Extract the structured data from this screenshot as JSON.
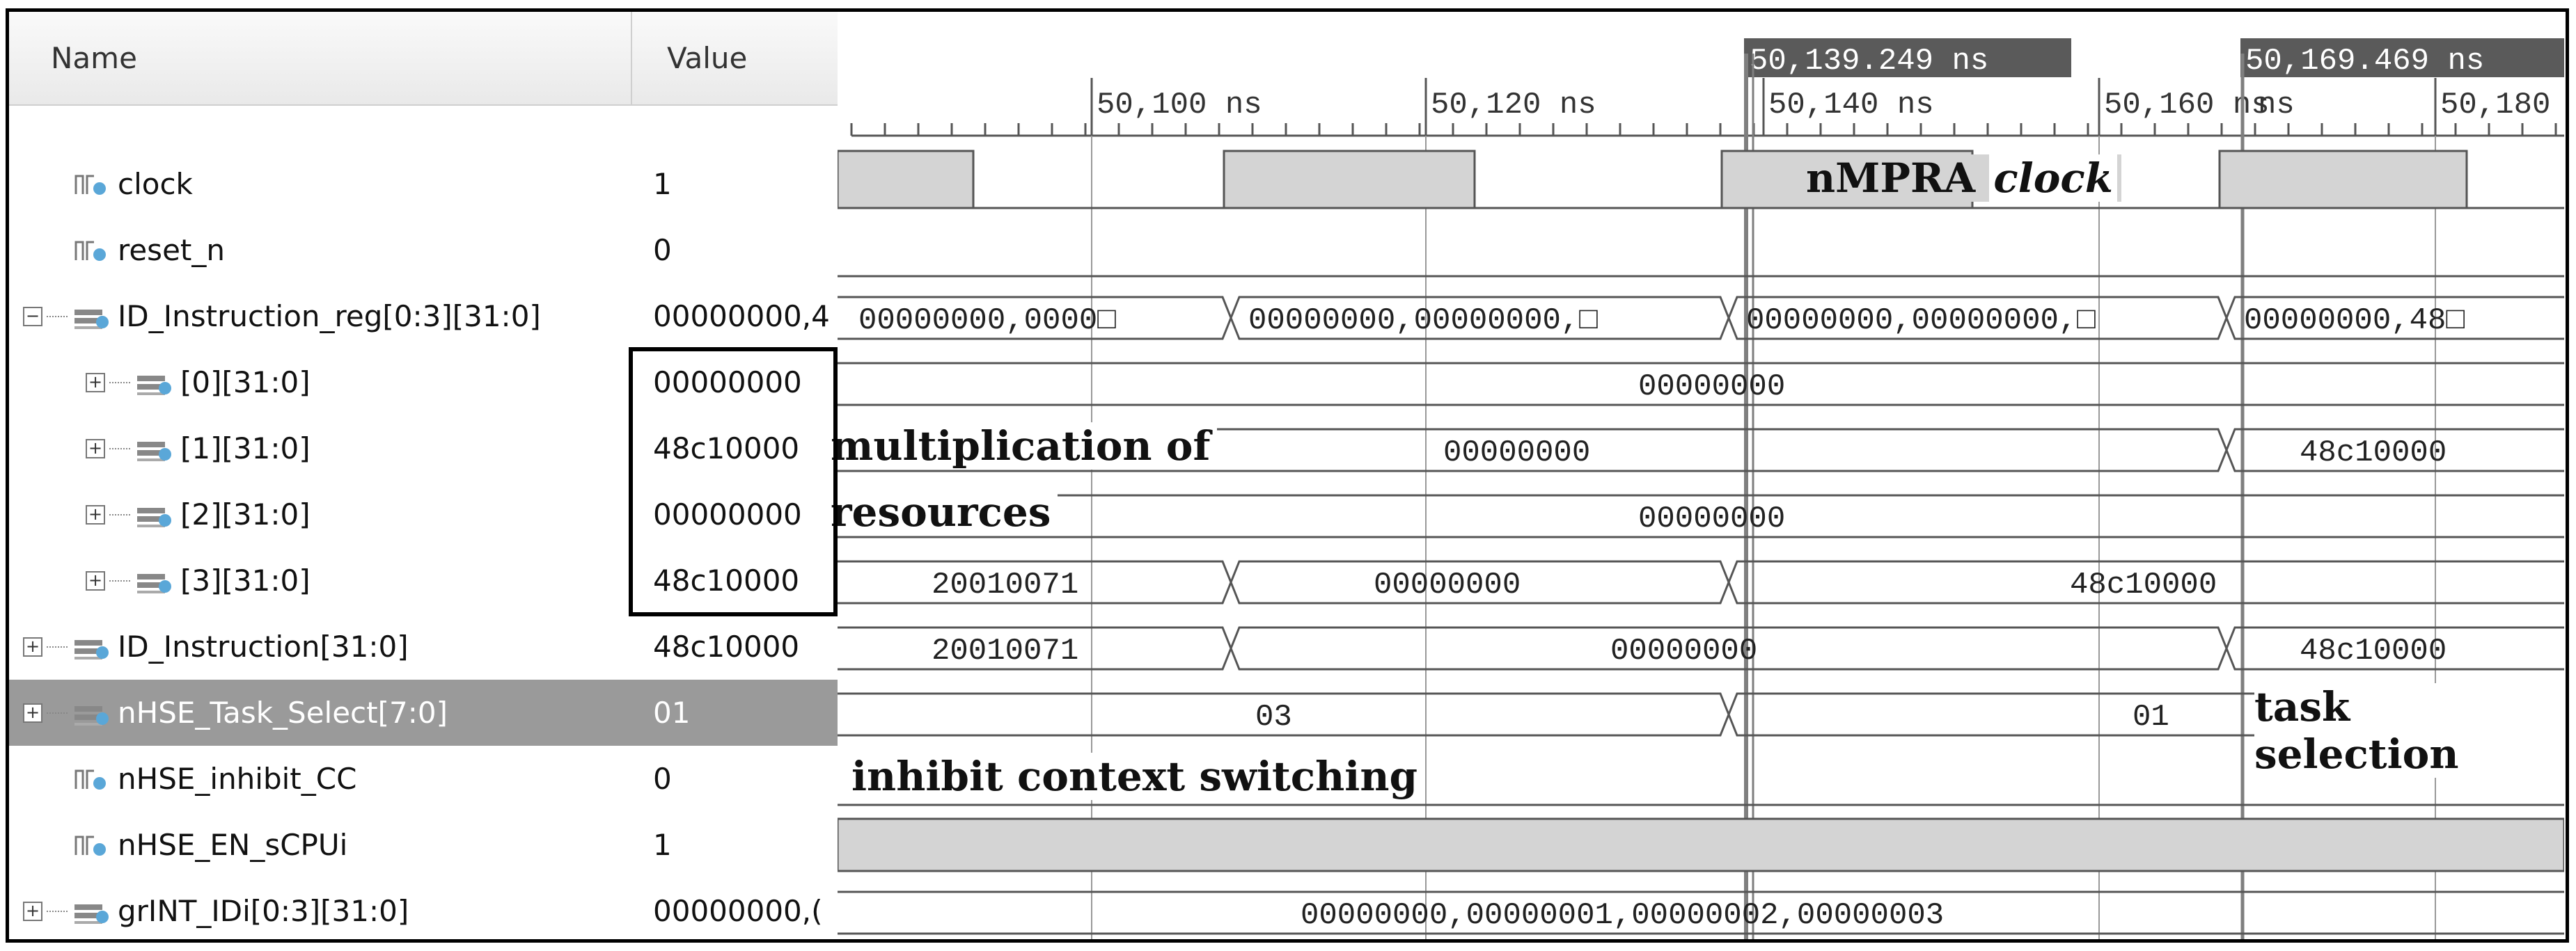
{
  "columns": {
    "name": "Name",
    "value": "Value"
  },
  "signals": [
    {
      "name": "clock",
      "value": "1",
      "kind": "bit",
      "expander": false
    },
    {
      "name": "reset_n",
      "value": "0",
      "kind": "bit",
      "expander": false
    },
    {
      "name": "ID_Instruction_reg[0:3][31:0]",
      "value": "00000000,4",
      "kind": "bus",
      "expander": true,
      "expander_symbol": "−"
    },
    {
      "name": "[0][31:0]",
      "value": "00000000",
      "kind": "bus",
      "expander": true,
      "expander_symbol": "+",
      "child": true
    },
    {
      "name": "[1][31:0]",
      "value": "48c10000",
      "kind": "bus",
      "expander": true,
      "expander_symbol": "+",
      "child": true
    },
    {
      "name": "[2][31:0]",
      "value": "00000000",
      "kind": "bus",
      "expander": true,
      "expander_symbol": "+",
      "child": true
    },
    {
      "name": "[3][31:0]",
      "value": "48c10000",
      "kind": "bus",
      "expander": true,
      "expander_symbol": "+",
      "child": true
    },
    {
      "name": "ID_Instruction[31:0]",
      "value": "48c10000",
      "kind": "bus",
      "expander": true,
      "expander_symbol": "+"
    },
    {
      "name": "nHSE_Task_Select[7:0]",
      "value": "01",
      "kind": "bus",
      "expander": true,
      "expander_symbol": "+",
      "selected": true
    },
    {
      "name": "nHSE_inhibit_CC",
      "value": "0",
      "kind": "bit",
      "expander": false
    },
    {
      "name": "nHSE_EN_sCPUi",
      "value": "1",
      "kind": "bit",
      "expander": false
    },
    {
      "name": "grINT_IDi[0:3][31:0]",
      "value": "00000000,(",
      "kind": "bus",
      "expander": true,
      "expander_symbol": "+"
    }
  ],
  "timeline": {
    "ticks": [
      "50,100 ns",
      "50,120 ns",
      "50,140 ns",
      "50,160 ns",
      "50,180"
    ],
    "tick_prefix": "ns",
    "cursors": [
      "50,139.249 ns",
      "50,169.469 ns"
    ]
  },
  "waves": {
    "id_reg": [
      "00000000,0000□",
      "00000000,00000000,□",
      "00000000,00000000,□",
      "00000000,48□"
    ],
    "reg0": "00000000",
    "reg1": [
      "00000000",
      "48c10000"
    ],
    "reg2": "00000000",
    "reg3": [
      "20010071",
      "00000000",
      "48c10000"
    ],
    "id_instr": [
      "20010071",
      "00000000",
      "48c10000"
    ],
    "task_select": [
      "03",
      "01"
    ],
    "grint": "00000000,00000001,00000002,00000003"
  },
  "annotations": {
    "nmpra": "nMPRA",
    "clock": "clock",
    "mult1": "multiplication of",
    "mult2": "resources",
    "task": "task selection",
    "inhibit": "inhibit context switching"
  },
  "colors": {
    "wave_fill": "#d4d4d4",
    "wave_line": "#555555",
    "cursor": "#7f7f7f",
    "label_bg": "#5a5a5a",
    "selected": "#9a9a9a"
  }
}
